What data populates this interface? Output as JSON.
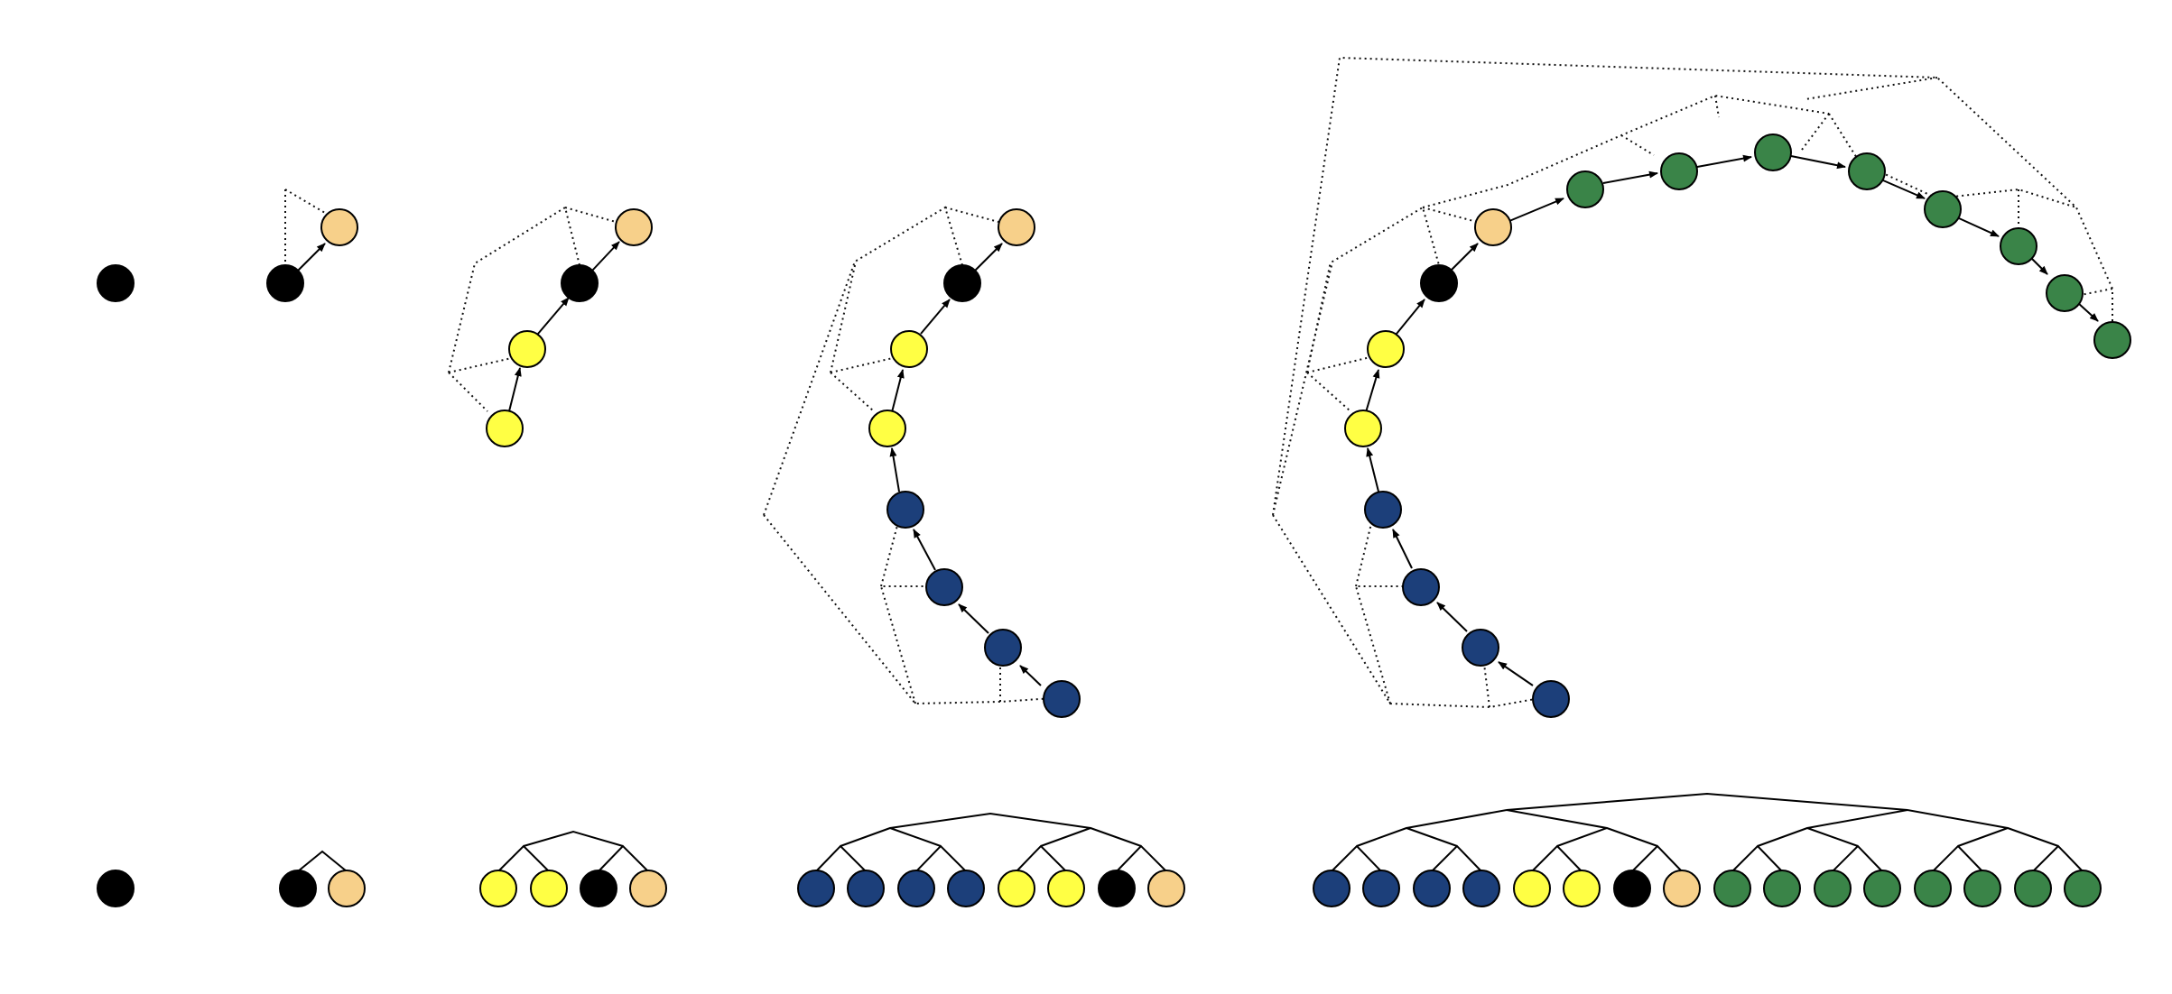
{
  "colors": {
    "black": "#000000",
    "peach": "#f7d08a",
    "yellow": "#ffff44",
    "navy": "#1c3f7a",
    "green": "#3a8448"
  },
  "stages": [
    {
      "id": "stage-1",
      "node_count": 1
    },
    {
      "id": "stage-2",
      "node_count": 2
    },
    {
      "id": "stage-3",
      "node_count": 4
    },
    {
      "id": "stage-4",
      "node_count": 8
    },
    {
      "id": "stage-5",
      "node_count": 16
    }
  ],
  "tree_leaves": [
    [
      "black"
    ],
    [
      "black",
      "peach"
    ],
    [
      "yellow",
      "yellow",
      "black",
      "peach"
    ],
    [
      "navy",
      "navy",
      "navy",
      "navy",
      "yellow",
      "yellow",
      "black",
      "peach"
    ],
    [
      "navy",
      "navy",
      "navy",
      "navy",
      "yellow",
      "yellow",
      "black",
      "peach",
      "green",
      "green",
      "green",
      "green",
      "green",
      "green",
      "green",
      "green"
    ]
  ]
}
